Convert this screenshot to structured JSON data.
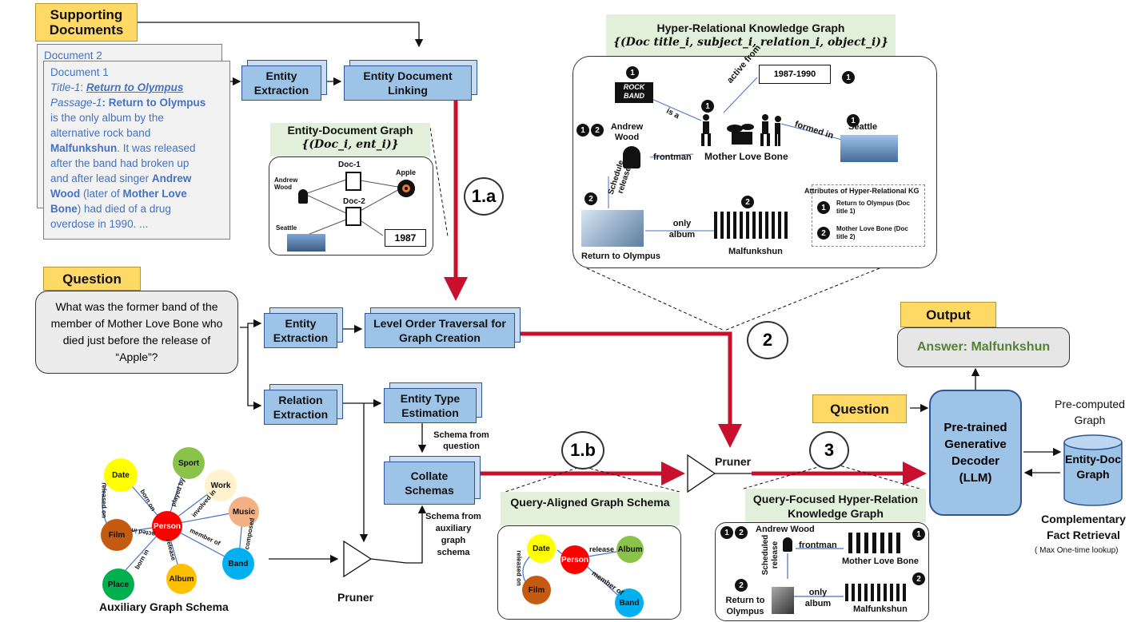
{
  "supporting_docs": {
    "tag": "Supporting Documents",
    "doc2_label": "Document 2",
    "doc1_label": "Document 1",
    "title_prefix": "Title-1",
    "title_value": "Return to Olympus",
    "passage_prefix": "Passage-1",
    "passage_head": ": Return to Olympus",
    "passage_1": "is the only album by the",
    "passage_2": "alternative rock band",
    "passage_3a": "Malfunkshun",
    "passage_3b": ". It was released",
    "passage_4": "after the band had broken up",
    "passage_5a": "and after lead singer ",
    "passage_5b": "Andrew",
    "passage_6a": "Wood",
    "passage_6b": " (later of ",
    "passage_6c": "Mother Love",
    "passage_7a": "Bone",
    "passage_7b": ") had died of a drug",
    "passage_8": "overdose in 1990. ..."
  },
  "boxes": {
    "entity_extraction_top": "Entity Extraction",
    "entity_doc_linking": "Entity Document Linking",
    "entity_extraction_mid": "Entity Extraction",
    "level_order": "Level Order Traversal for Graph Creation",
    "relation_extraction": "Relation Extraction",
    "entity_type_estimation": "Entity Type Estimation",
    "collate_schemas": "Collate Schemas",
    "pretrained": "Pre-trained Generative Decoder (LLM)",
    "entity_doc_graph": "Entity-Doc Graph"
  },
  "entity_doc_graph_panel": {
    "title": "Entity-Document Graph",
    "formula": "{(Doc_i, ent_i)}",
    "doc1": "Doc-1",
    "doc2": "Doc-2",
    "andrew": "Andrew Wood",
    "apple": "Apple",
    "seattle": "Seattle",
    "year": "1987"
  },
  "hyper_kg": {
    "title": "Hyper-Relational  Knowledge Graph",
    "formula": "{(Doc title_i, subject_i, relation_i, object_i)}",
    "active_from": "active from",
    "years": "1987-1990",
    "is_a": "is a",
    "andrew": "Andrew Wood",
    "frontman": "frontman",
    "mlb": "Mother Love Bone",
    "formed_in": "formed in",
    "seattle": "Seattle",
    "schedule_release": "Schedule release",
    "only_album": "only album",
    "return_olympus": "Return to Olympus",
    "malfunkshun": "Malfunkshun",
    "attrs_title": "Attributes of Hyper-Relational KG",
    "attr1": "Return to Olympus (Doc title 1)",
    "attr2": "Mother Love Bone (Doc title 2)",
    "rock_band_logo": "ROCK BAND"
  },
  "question": {
    "tag": "Question",
    "text": "What was the former band of the member of Mother Love Bone who died just before the release of “Apple”?"
  },
  "aux_schema": {
    "title": "Auxiliary Graph Schema",
    "nodes": [
      "Date",
      "Sport",
      "Work",
      "Music",
      "Person",
      "Film",
      "Band",
      "Place",
      "Album"
    ],
    "edges": [
      "released on",
      "born on",
      "played by",
      "involved in",
      "acted in",
      "member of",
      "composed",
      "born in",
      "release"
    ]
  },
  "labels": {
    "pruner_left": "Pruner",
    "pruner_mid": "Pruner",
    "schema_from_question": "Schema from question",
    "schema_from_aux": "Schema from auxiliary graph schema",
    "step_1a": "1.a",
    "step_1b": "1.b",
    "step_2": "2",
    "step_3": "3"
  },
  "query_aligned": {
    "title": "Query-Aligned Graph Schema",
    "nodes": [
      "Date",
      "Person",
      "Album",
      "Film",
      "Band"
    ],
    "edges": [
      "release",
      "released on",
      "member of"
    ]
  },
  "query_focused": {
    "title": "Query-Focused Hyper-Relation Knowledge Graph",
    "andrew": "Andrew Wood",
    "frontman": "frontman",
    "mlb": "Mother Love Bone",
    "scheduled_release": "Scheduled release",
    "only_album": "only album",
    "return_olympus": "Return to Olympus",
    "malfunkshun": "Malfunkshun"
  },
  "output": {
    "tag": "Output",
    "answer": "Answer: Malfunkshun",
    "question_tag": "Question",
    "precomputed": "Pre-computed Graph",
    "complementary": "Complementary Fact Retrieval",
    "max_lookup": "( Max One-time lookup)"
  }
}
